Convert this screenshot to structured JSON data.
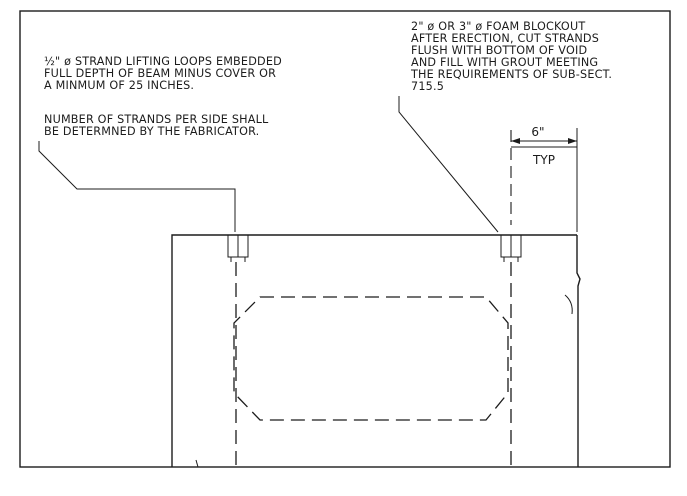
{
  "left_note": {
    "lines": [
      "½\" ø STRAND LIFTING LOOPS EMBEDDED",
      "FULL DEPTH OF BEAM MINUS COVER OR",
      "A MINMUM OF 25 INCHES.",
      "NUMBER OF STRANDS PER SIDE SHALL",
      "BE DETERMNED BY THE FABRICATOR."
    ]
  },
  "right_note": {
    "lines": [
      "2\" ø OR 3\" ø FOAM BLOCKOUT",
      "AFTER ERECTION, CUT STRANDS",
      "FLUSH WITH BOTTOM OF VOID",
      "AND FILL WITH GROUT MEETING",
      "THE REQUIREMENTS OF SUB-SECT.",
      "715.5"
    ]
  },
  "dimension": {
    "value": "6\"",
    "qualifier": "TYP"
  }
}
